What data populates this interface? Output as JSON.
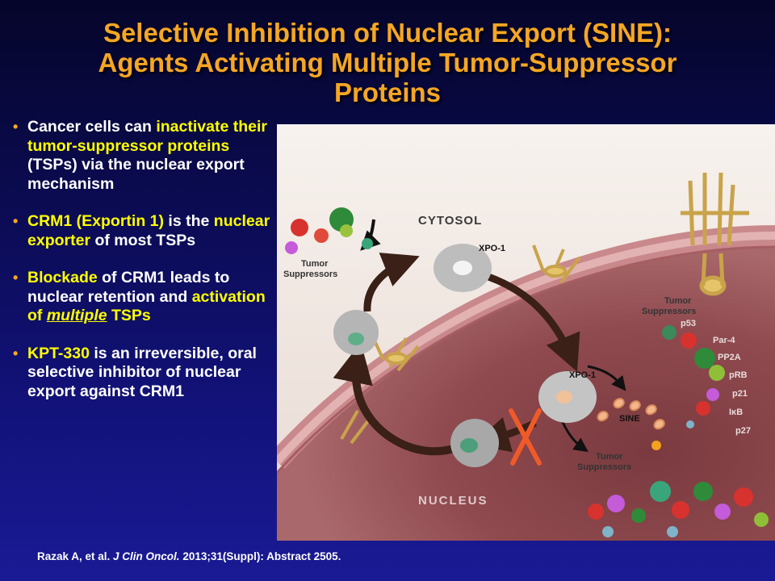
{
  "slide": {
    "title_lines": [
      "Selective Inhibition of Nuclear Export (SINE):",
      "Agents Activating Multiple Tumor-Suppressor",
      "Proteins"
    ],
    "bullets": [
      {
        "segments": [
          {
            "text": "Cancer cells can ",
            "style": "plain"
          },
          {
            "text": "inactivate their tumor-suppressor proteins",
            "style": "highlight"
          },
          {
            "text": " (TSPs) via the  nuclear export  mechanism",
            "style": "plain"
          }
        ]
      },
      {
        "segments": [
          {
            "text": "CRM1 (Exportin 1)",
            "style": "highlight"
          },
          {
            "text": " is the ",
            "style": "plain"
          },
          {
            "text": "nuclear exporter",
            "style": "highlight"
          },
          {
            "text": " of most TSPs",
            "style": "plain"
          }
        ]
      },
      {
        "segments": [
          {
            "text": "Blockade",
            "style": "highlight"
          },
          {
            "text": " of CRM1 leads to nuclear retention and ",
            "style": "plain"
          },
          {
            "text": "activation of ",
            "style": "highlight"
          },
          {
            "text": "multiple",
            "style": "highlight-italic-underline"
          },
          {
            "text": " TSPs",
            "style": "highlight"
          }
        ]
      },
      {
        "segments": [
          {
            "text": "KPT-330",
            "style": "highlight"
          },
          {
            "text": " is an irreversible, oral selective inhibitor of nuclear export against CRM1",
            "style": "plain"
          }
        ]
      }
    ],
    "citation": {
      "authors": "Razak A, et al. ",
      "journal": "J Clin Oncol.",
      "rest": " 2013;31(Suppl): Abstract 2505."
    },
    "colors": {
      "title": "#f5a623",
      "highlight": "#ffff00",
      "bullet_dot": "#f5a623",
      "background_top": "#05052a",
      "background_bottom": "#1a1a95"
    }
  },
  "figure": {
    "labels": {
      "cytosol": "CYTOSOL",
      "nucleus": "NUCLEUS",
      "xpo1_top": "XPO-1",
      "xpo1_center": "XPO-1",
      "sine": "SINE",
      "tumor_suppressors_left": [
        "Tumor",
        "Suppressors"
      ],
      "tumor_suppressors_right": [
        "Tumor",
        "Suppressors"
      ],
      "tumor_suppressors_bottom": [
        "Tumor",
        "Suppressors"
      ]
    },
    "tsp_list": [
      "p53",
      "Par-4",
      "PP2A",
      "pRB",
      "p21",
      "IκB",
      "p27"
    ]
  }
}
